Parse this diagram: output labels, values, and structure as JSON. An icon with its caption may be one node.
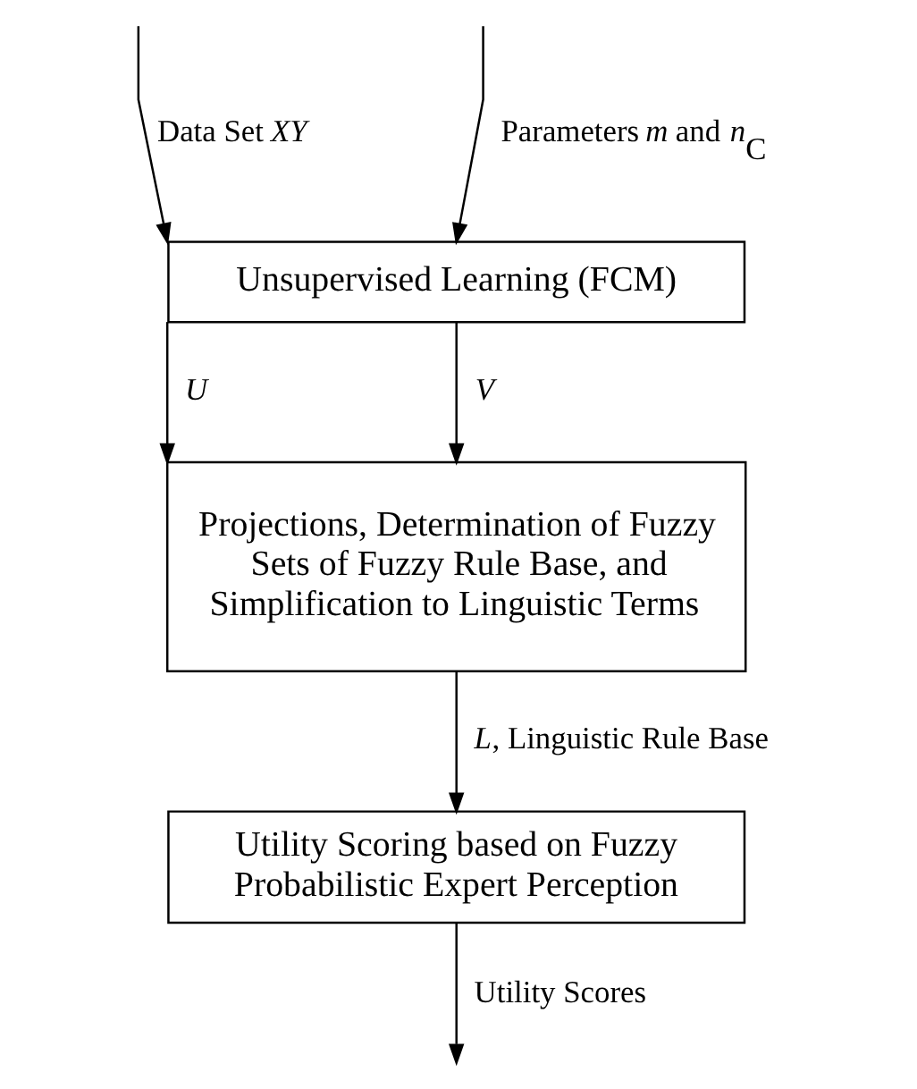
{
  "diagram": {
    "nodes": [
      {
        "text": [
          "Unsupervised Learning (FCM)"
        ]
      },
      {
        "text": [
          "Projections, Determination of Fuzzy Sets of Fuzzy Rule Base, and Simplification to Linguistic Terms"
        ]
      },
      {
        "text": [
          "Utility Scoring based on Fuzzy Probabilistic Expert Perception"
        ]
      }
    ],
    "edges": [
      {
        "from": null,
        "to": 0,
        "arrow": "to",
        "label": "Data Set *XY*"
      },
      {
        "from": null,
        "to": 0,
        "arrow": "to",
        "label": "Parameters *m* and *n*$_{C}$"
      },
      {
        "from": 0,
        "to": 1,
        "arrow": "to",
        "label": "*U*"
      },
      {
        "from": 0,
        "to": 1,
        "arrow": "to",
        "label": "*V*"
      },
      {
        "from": 1,
        "to": 2,
        "arrow": "to",
        "label": "*L*, Linguistic Rule Base"
      },
      {
        "from": 2,
        "to": null,
        "arrow": "to",
        "label": "Utility Scores"
      }
    ]
  }
}
